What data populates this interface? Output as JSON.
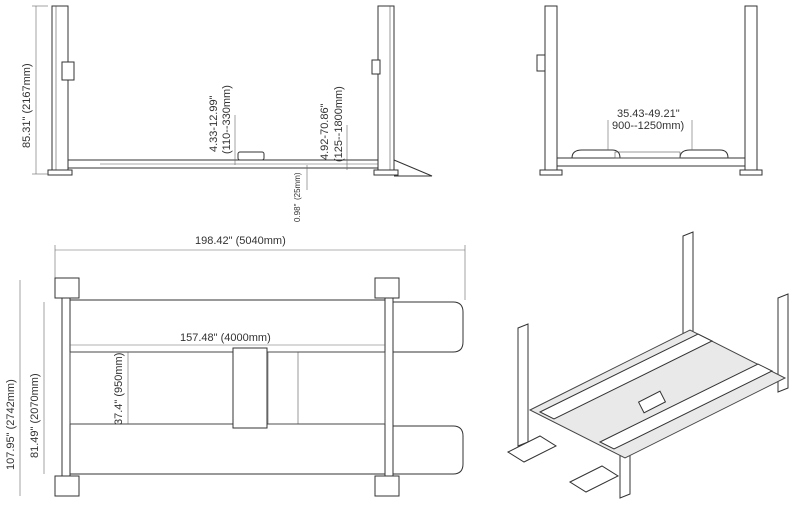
{
  "side_view": {
    "height": "85.31\"  (2167mm)",
    "pad_height_in": "4.33-12.99\"",
    "pad_height_mm": "(110--330mm)",
    "lift_height_in": "4.92-70.86\"",
    "lift_height_mm": "(125--1800mm)",
    "plate_in": "0.98\"",
    "plate_mm": "(25mm)"
  },
  "end_view": {
    "track_width_in": "35.43-49.21\"",
    "track_width_mm": "900--1250mm)"
  },
  "plan_view": {
    "overall_length": "198.42\"  (5040mm)",
    "runway_length": "157.48\"  (4000mm)",
    "overall_width": "107.95\"  (2742mm)",
    "inner_width": "81.49\"  (2070mm)",
    "runway_width": "37.4\"  (950mm)"
  }
}
